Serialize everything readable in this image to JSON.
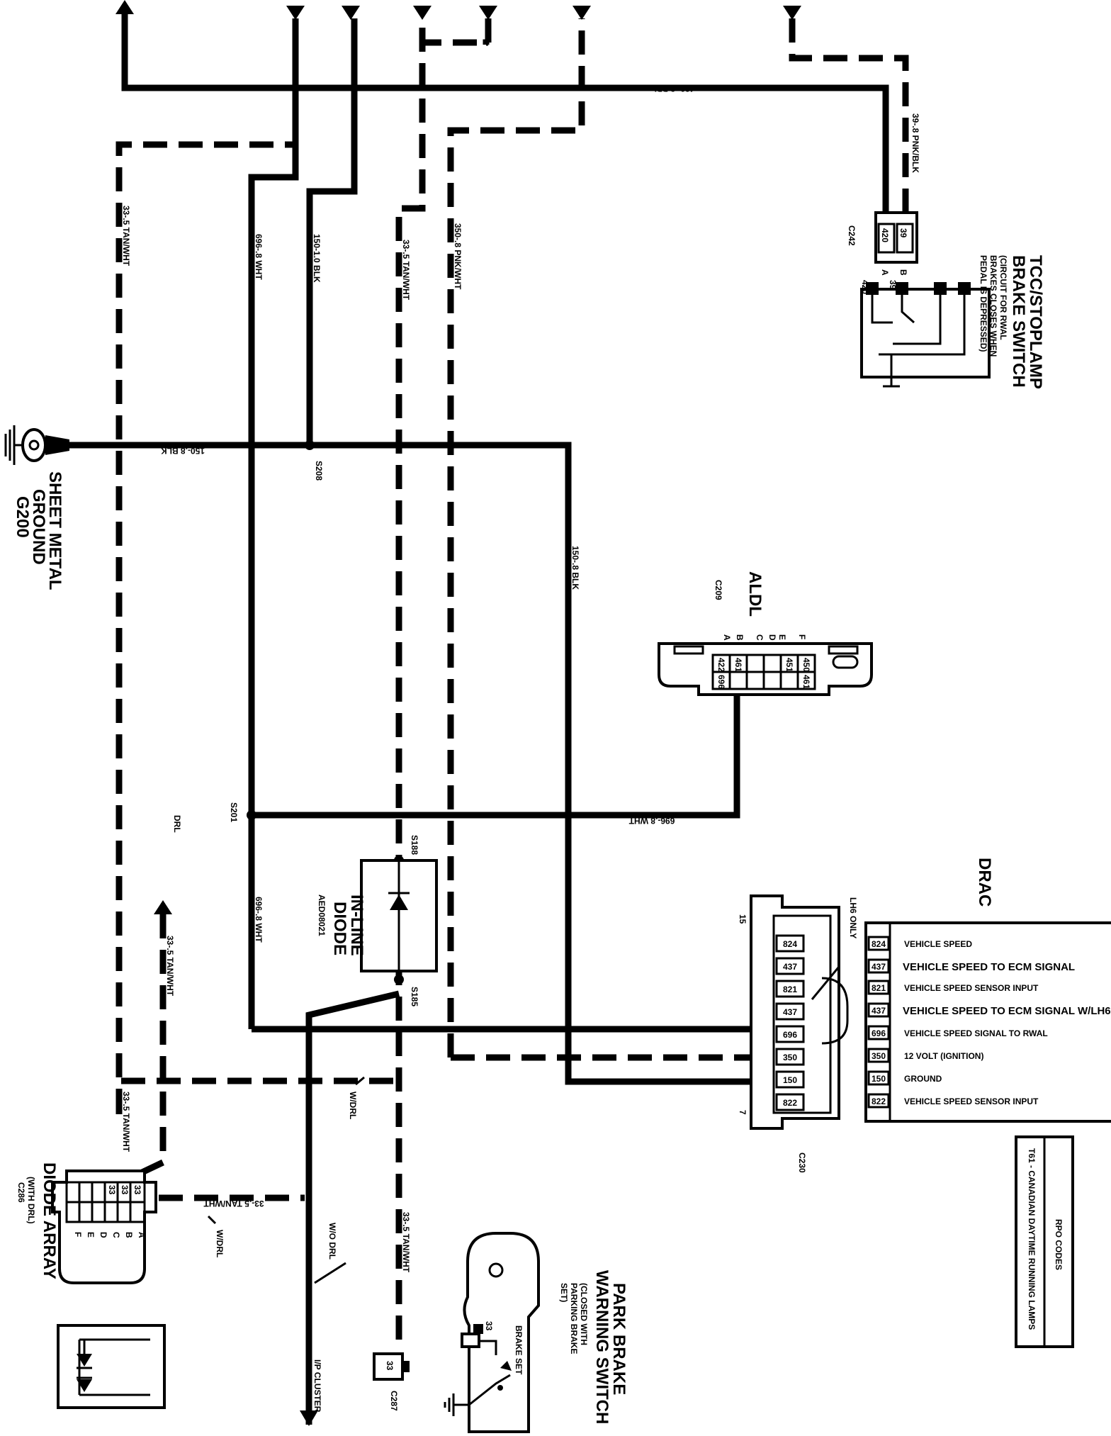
{
  "wires": {
    "ppl_420": "420-.8 PPL",
    "pnk_blk_39": "39-.8 PNK/BLK",
    "tan_wht_33a": "33-.5 TAN/WHT",
    "wht_696a": "696-.8 WHT",
    "blk_150_10": "150-1.0 BLK",
    "tan_wht_33b": "33-.5 TAN/WHT",
    "pnk_wht_350": "350-.8 PNK/WHT",
    "blk_150a": "150-.8 BLK",
    "blk_150b": "150-.8 BLK",
    "wht_696b": "696-.8 WHT",
    "wht_696c": "696-.8 WHT",
    "tan_wht_33c": "33-.5 TAN/WHT",
    "tan_wht_33d": "33-.5 TAN/WHT",
    "tan_wht_33e": "33-.5 TAN/WHT",
    "tan_wht_33f": "33-.5 TAN/WHT"
  },
  "splices": {
    "s208": "S208",
    "s201": "S201",
    "s188": "S188",
    "s185": "S185"
  },
  "labels": {
    "drl": "DRL",
    "w_drl_a": "W/DRL",
    "w_drl_b": "W/DRL",
    "wo_drl": "W/O DRL",
    "ip_cluster": "I/P CLUSTER",
    "lh6_only": "LH6 ONLY"
  },
  "components": {
    "brake_switch": {
      "title_1": "TCC/STOPLAMP",
      "title_2": "BRAKE SWITCH",
      "note_1": "(CIRCUIT FOR RWAL",
      "note_2": "BRAKES CLOSES WHEN",
      "note_3": "PEDAL IS DEPRESSED)",
      "connector": "C242",
      "pins": [
        "420",
        "39"
      ],
      "pin_letters": [
        "A",
        "B"
      ],
      "switch_pins": [
        "420",
        "39"
      ]
    },
    "ground": {
      "line1": "SHEET METAL",
      "line2": "GROUND",
      "line3": "G200"
    },
    "aldl": {
      "title": "ALDL",
      "connector": "C209",
      "letters": [
        "F",
        "E",
        "D",
        "C",
        "B",
        "A"
      ],
      "top_row": [
        "450",
        "451",
        "",
        "",
        "461",
        "422"
      ],
      "bottom_row": [
        "461",
        "",
        "",
        "",
        "",
        "696"
      ]
    },
    "inline_diode": {
      "line1": "IN-LINE",
      "line2": "DIODE",
      "part": "AED08021"
    },
    "drac": {
      "title": "DRAC",
      "connector": "C230",
      "pin_top": "15",
      "pin_bottom": "7",
      "cavities": [
        "824",
        "437",
        "821",
        "437",
        "696",
        "350",
        "150",
        "822"
      ],
      "legend": [
        {
          "circuit": "824",
          "desc": "VEHICLE SPEED"
        },
        {
          "circuit": "437",
          "desc": "VEHICLE SPEED TO ECM SIGNAL"
        },
        {
          "circuit": "821",
          "desc": "VEHICLE SPEED SENSOR INPUT"
        },
        {
          "circuit": "437",
          "desc": "VEHICLE SPEED TO ECM SIGNAL W/LH6"
        },
        {
          "circuit": "696",
          "desc": "VEHICLE SPEED SIGNAL TO RWAL"
        },
        {
          "circuit": "350",
          "desc": "12 VOLT (IGNITION)"
        },
        {
          "circuit": "150",
          "desc": "GROUND"
        },
        {
          "circuit": "822",
          "desc": "VEHICLE SPEED SENSOR INPUT"
        }
      ]
    },
    "diode_array": {
      "title": "DIODE ARRAY",
      "note": "(WITH DRL)",
      "connector": "C286",
      "letters": [
        "A",
        "B",
        "C",
        "D",
        "E",
        "F"
      ],
      "pins": [
        "33",
        "33",
        "33"
      ]
    },
    "park_brake": {
      "title_1": "PARK BRAKE",
      "title_2": "WARNING SWITCH",
      "note_1": "(CLOSED WITH",
      "note_2": "PARKING BRAKE",
      "note_3": "SET)",
      "pin": "33",
      "brake_set": "BRAKE SET"
    },
    "c287": {
      "connector": "C287",
      "pin": "33"
    }
  },
  "rpo": {
    "header": "RPO CODES",
    "entry": "T61 - CANADIAN DAYTIME RUNNING LAMPS"
  }
}
